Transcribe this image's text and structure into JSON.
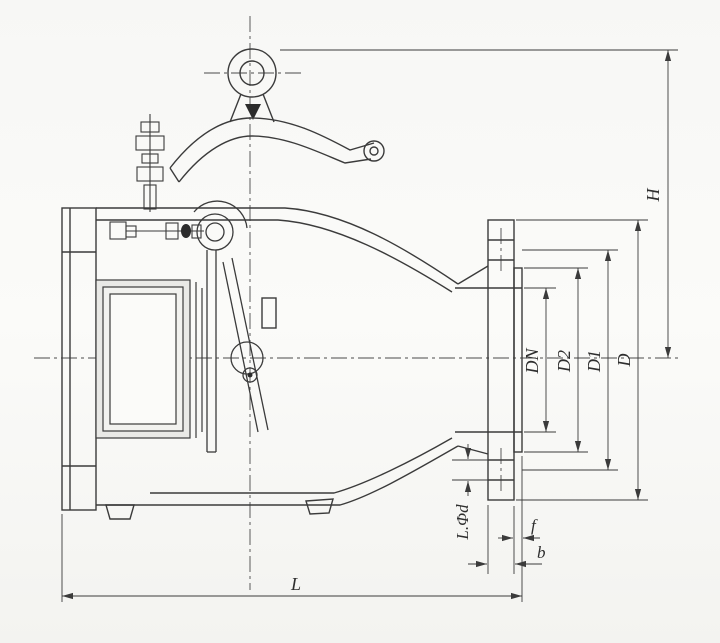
{
  "drawing": {
    "colors": {
      "line": "#3b3b3b",
      "thin": "#4a4a4a",
      "background": "#f7f7f5"
    },
    "labels": {
      "H": "H",
      "D": "D",
      "D1": "D1",
      "D2": "D2",
      "DN": "DN",
      "bolt_holes": "L.Φd",
      "f": "f",
      "b": "b",
      "L": "L"
    }
  }
}
